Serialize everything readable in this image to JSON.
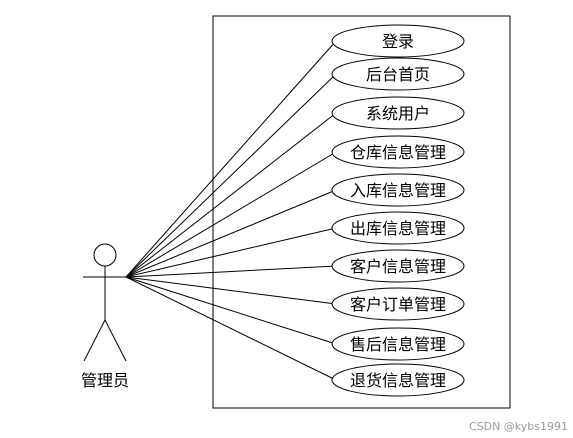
{
  "actor": {
    "label": "管理员"
  },
  "use_cases": [
    {
      "label": "登录"
    },
    {
      "label": "后台首页"
    },
    {
      "label": "系统用户"
    },
    {
      "label": "仓库信息管理"
    },
    {
      "label": "入库信息管理"
    },
    {
      "label": "出库信息管理"
    },
    {
      "label": "客户信息管理"
    },
    {
      "label": "客户订单管理"
    },
    {
      "label": "售后信息管理"
    },
    {
      "label": "退货信息管理"
    }
  ],
  "watermark": "CSDN @kybs1991"
}
